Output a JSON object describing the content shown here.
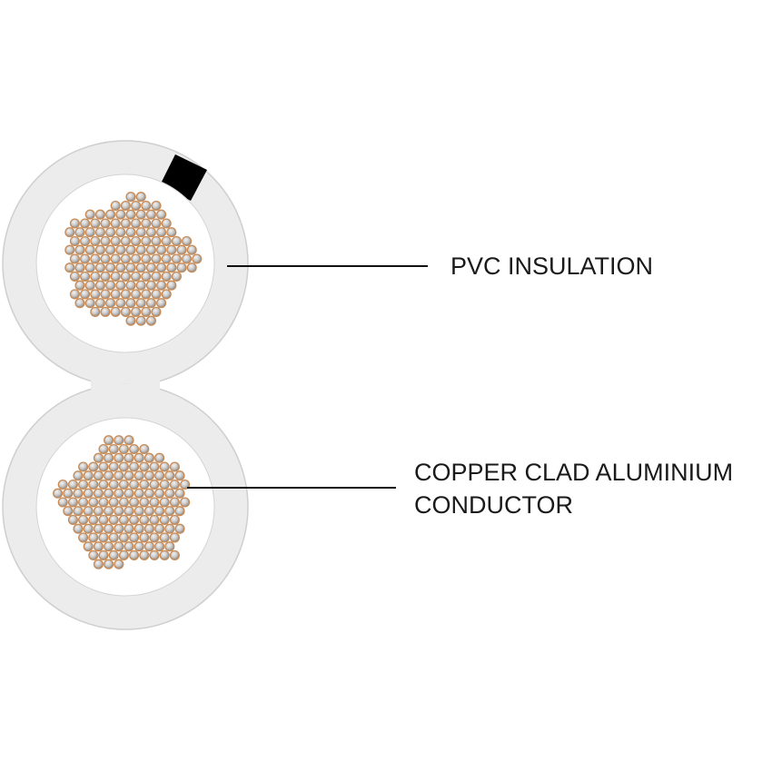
{
  "labels": {
    "pvc_insulation": "PVC INSULATION",
    "conductor_line1": "COPPER CLAD ALUMINIUM",
    "conductor_line2": "CONDUCTOR"
  },
  "colors": {
    "insulation": "#ececec",
    "insulation_outline": "#cfcfcf",
    "core_background": "#ffffff",
    "stripe_marker": "#000000",
    "strand_center": "#d8d8d8",
    "strand_edge": "#8c8c8c",
    "strand_rim": "#c78a55",
    "leader_line": "#111111",
    "label_text": "#1a1a1a"
  },
  "diagram": {
    "conductor_count": 2,
    "marker_stripe_on": "top conductor",
    "strand_arrangement": "pentagon bundle"
  }
}
